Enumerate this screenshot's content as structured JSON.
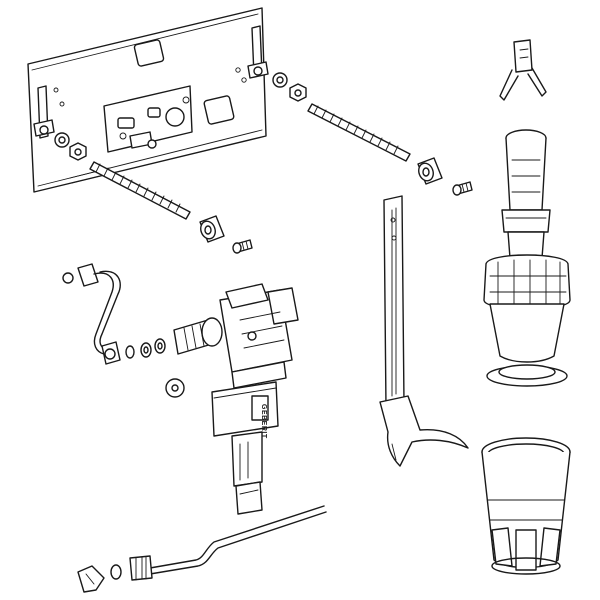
{
  "figure": {
    "type": "exploded-parts-drawing",
    "parts": [
      "mounting-plate",
      "fixing-screws",
      "threaded-rods",
      "rod-nuts",
      "connection-pipe",
      "sealing-rings",
      "fill-valve",
      "fill-valve-cable",
      "flush-valve",
      "flush-valve-clip",
      "float-guide",
      "flush-valve-basket"
    ],
    "valve_marking": "GEBERIT"
  }
}
